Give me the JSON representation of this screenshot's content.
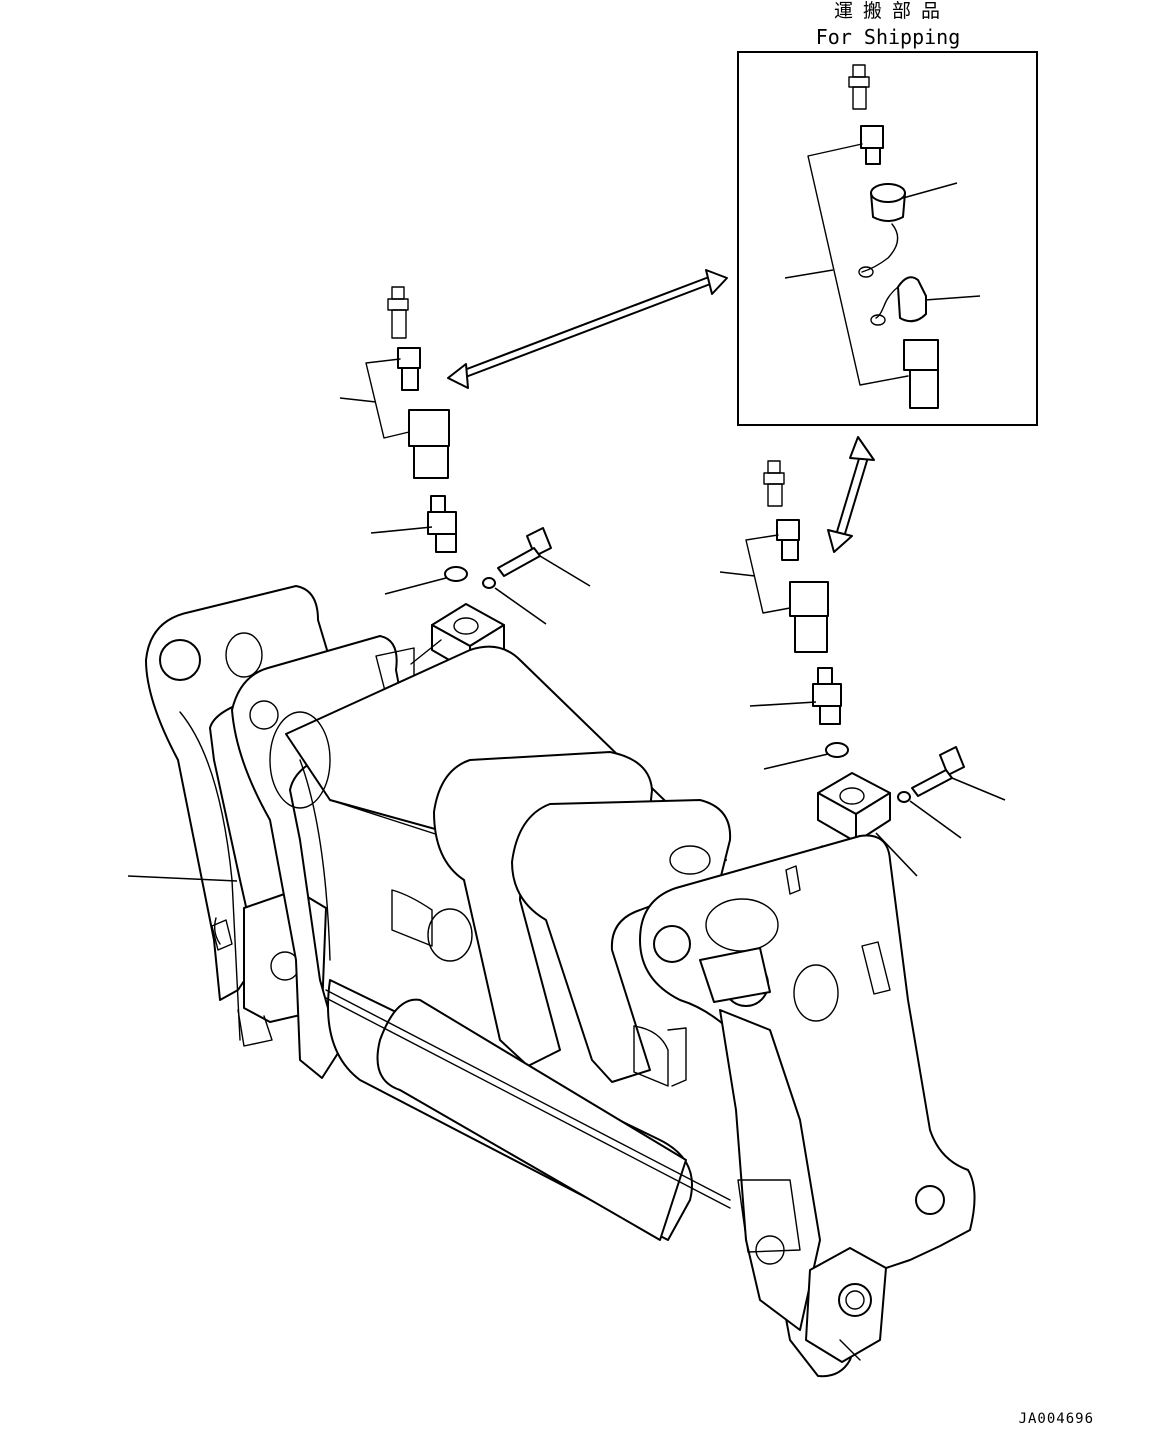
{
  "shipping_box": {
    "title_jp": "運 搬 部 品",
    "title_en": "For Shipping"
  },
  "drawing_id": "JA004696"
}
